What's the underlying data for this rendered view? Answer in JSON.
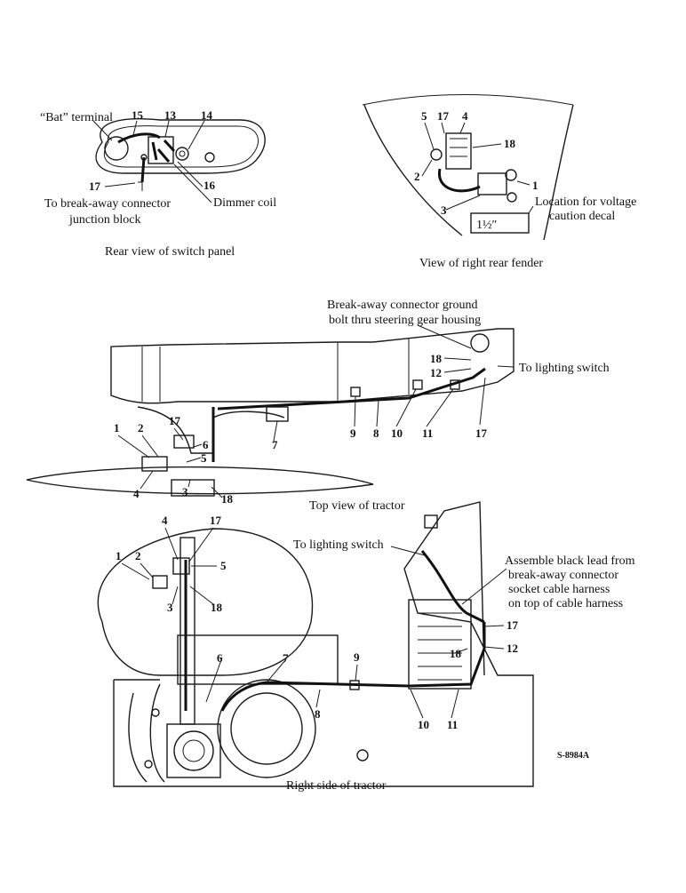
{
  "panel_rear": {
    "caption": "Rear view of switch panel",
    "labels": {
      "bat_terminal": "“Bat” terminal",
      "n15": "15",
      "n13": "13",
      "n14": "14",
      "n16": "16",
      "n17": "17",
      "to_breakaway_1": "To break-away connector",
      "to_breakaway_2": "junction block",
      "dimmer_coil": "Dimmer coil"
    }
  },
  "fender": {
    "caption": "View of right rear fender",
    "labels": {
      "n5": "5",
      "n17": "17",
      "n4": "4",
      "n18": "18",
      "n2": "2",
      "n1": "1",
      "n3": "3",
      "location_1": "Location for voltage",
      "location_2": "caution decal",
      "decal_size": "1½″"
    }
  },
  "top_view": {
    "caption": "Top view of tractor",
    "labels": {
      "ground_1": "Break-away connector ground",
      "ground_2": "bolt thru steering gear housing",
      "to_lighting": "To lighting switch",
      "n18a": "18",
      "n12": "12",
      "n9": "9",
      "n8": "8",
      "n10": "10",
      "n11": "11",
      "n17a": "17",
      "n17b": "17",
      "n1": "1",
      "n2": "2",
      "n6": "6",
      "n5": "5",
      "n7": "7",
      "n4": "4",
      "n3": "3",
      "n18b": "18"
    }
  },
  "side_view": {
    "caption": "Right side of tractor",
    "labels": {
      "n4": "4",
      "n17a": "17",
      "n1": "1",
      "n2": "2",
      "n5": "5",
      "n3": "3",
      "n18a": "18",
      "to_lighting": "To lighting switch",
      "assemble_1": "Assemble black lead from",
      "assemble_2": "break-away connector",
      "assemble_3": "socket cable harness",
      "assemble_4": "on top of cable harness",
      "n17b": "17",
      "n12": "12",
      "n18b": "18",
      "n6": "6",
      "n7": "7",
      "n9": "9",
      "n8": "8",
      "n10": "10",
      "n11": "11"
    }
  },
  "figure_code": "S-8984A"
}
